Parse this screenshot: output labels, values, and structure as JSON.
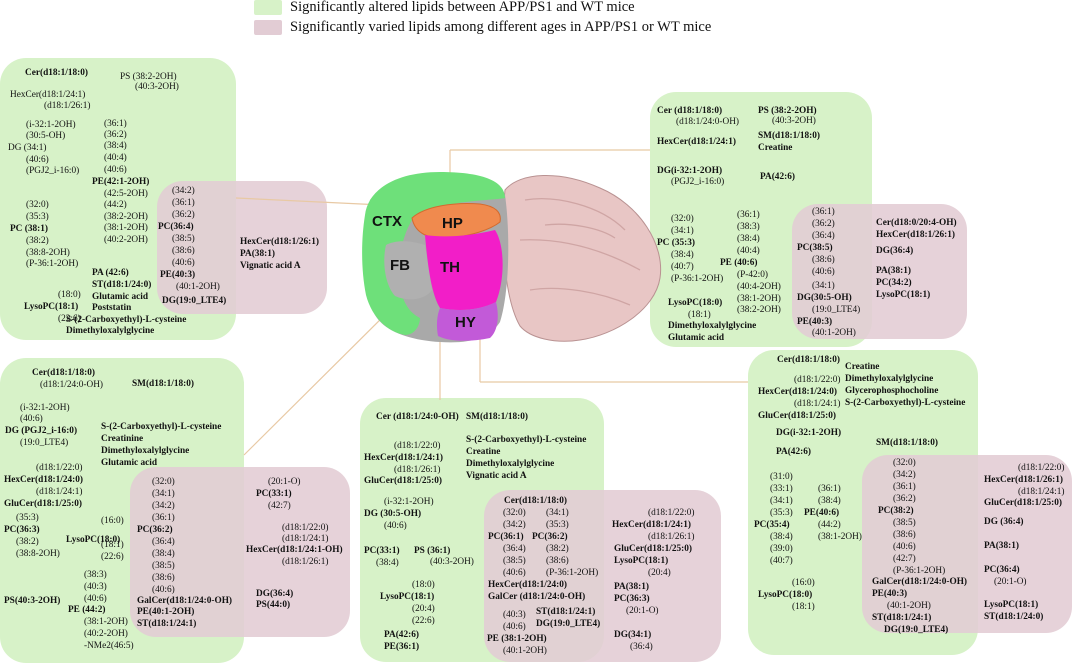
{
  "legend": {
    "green": {
      "label": "Significantly altered lipids between APP/PS1 and WT mice",
      "color": "#d7f2c8"
    },
    "pink": {
      "label": "Significantly varied lipids among different ages in APP/PS1 or WT mice",
      "color": "#e2ccd4"
    }
  },
  "regions": {
    "ctx": "CTX",
    "hp": "HP",
    "fb": "FB",
    "th": "TH",
    "hy": "HY"
  },
  "ctx": {
    "l1": "Cer(d18:1/18:0)",
    "l2": "PS (38:2-2OH)",
    "l3": "(40:3-2OH)",
    "l4": "HexCer(d18:1/24:1)",
    "l5": "(d18:1/26:1)",
    "l6": "(i-32:1-2OH)",
    "l7": "(30:5-OH)",
    "l8": "DG (34:1)",
    "l9": "(40:6)",
    "l10": "(PGJ2_i-16:0)",
    "l11": "(36:1)",
    "l12": "(36:2)",
    "l13": "(38:4)",
    "l14": "(40:4)",
    "l15": "(40:6)",
    "l16": "PE(42:1-2OH)",
    "l17": "(42:5-2OH)",
    "l18": "(44:2)",
    "l19": "(38:2-2OH)",
    "l20": "(38:1-2OH)",
    "l21": "(40:2-2OH)",
    "l22": "(32:0)",
    "l23": "(35:3)",
    "l24": "PC (38:1)",
    "l25": "(38:2)",
    "l26": "(38:8-2OH)",
    "l27": "(P-36:1-2OH)",
    "l28": "PA (42:6)",
    "l29": "ST(d18:1/24:0)",
    "l30": "Glutamic acid",
    "l31": "Poststatin",
    "l32": "(18:0)",
    "l33": "LysoPC(18:1)",
    "l34": "(22:6)",
    "l35": "S-(2-Carboxyethyl)-L-cysteine",
    "l36": "Dimethyloxalylglycine",
    "p1": "(34:2)",
    "p2": "(36:1)",
    "p3": "(36:2)",
    "p4": "PC(36:4)",
    "p5": "(38:5)",
    "p6": "(38:6)",
    "p7": "(40:6)",
    "p8": "PE(40:3)",
    "p9": "(40:1-2OH)",
    "p10": "DG(19:0_LTE4)",
    "p11": "HexCer(d18:1/26:1)",
    "p12": "PA(38:1)",
    "p13": "Vignatic acid A"
  },
  "hp": {
    "l1": "Cer (d18:1/18:0)",
    "l2": "(d18:1/24:0-OH)",
    "l3": "PS (38:2-2OH)",
    "l4": "(40:3-2OH)",
    "l5": "HexCer(d18:1/24:1)",
    "l6": "SM(d18:1/18:0)",
    "l7": "Creatine",
    "l8": "DG(i-32:1-2OH)",
    "l9": "(PGJ2_i-16:0)",
    "l10": "PA(42:6)",
    "l11": "(32:0)",
    "l12": "(34:1)",
    "l13": "PC (35:3)",
    "l14": "(38:4)",
    "l15": "(40:7)",
    "l16": "(P-36:1-2OH)",
    "l17": "(36:1)",
    "l18": "(38:3)",
    "l19": "(38:4)",
    "l20": "(40:4)",
    "l21": "PE (40:6)",
    "l22": "(P-42:0)",
    "l23": "(40:4-2OH)",
    "l24": "(38:1-2OH)",
    "l25": "(38:2-2OH)",
    "l26": "LysoPC(18:0)",
    "l27": "(18:1)",
    "l28": "Dimethyloxalylglycine",
    "l29": "Glutamic acid",
    "p1": "(36:1)",
    "p2": "(36:2)",
    "p3": "(36:4)",
    "p4": "PC(38:5)",
    "p5": "(38:6)",
    "p6": "(40:6)",
    "p7": "(34:1)",
    "p8": "DG(30:5-OH)",
    "p9": "(19:0_LTE4)",
    "p10": "PE(40:3)",
    "p11": "(40:1-2OH)",
    "p12": "Cer(d18:0/20:4-OH)",
    "p13": "HexCer(d18:1/26:1)",
    "p14": "DG(36:4)",
    "p15": "PA(38:1)",
    "p16": "PC(34:2)",
    "p17": "LysoPC(18:1)"
  },
  "fb": {
    "l1": "Cer(d18:1/18:0)",
    "l2": "(d18:1/24:0-OH)",
    "l3": "SM(d18:1/18:0)",
    "l4": "(i-32:1-2OH)",
    "l5": "(40:6)",
    "l6": "DG (PGJ2_i-16:0)",
    "l7": "(19:0_LTE4)",
    "l8": "S-(2-Carboxyethyl)-L-cysteine",
    "l9": "Creatinine",
    "l10": "Dimethyloxalylglycine",
    "l11": "Glutamic acid",
    "l12": "(d18:1/22:0)",
    "l13": "HexCer(d18:1/24:0)",
    "l14": "(d18:1/24:1)",
    "l15": "GluCer(d18:1/25:0)",
    "l16": "(35:3)",
    "l17": "PC(36:3)",
    "l18": "(38:2)",
    "l19": "(38:8-2OH)",
    "l20": "(16:0)",
    "l21": "LysoPC(18:0)",
    "l22": "(18:1)",
    "l23": "(22:6)",
    "l24": "PS(40:3-2OH)",
    "l25": "(38:3)",
    "l26": "(40:3)",
    "l27": "(40:6)",
    "l28": "PE (44:2)",
    "l29": "(38:1-2OH)",
    "l30": "(40:2-2OH)",
    "l31": "-NMe2(46:5)",
    "p1": "(32:0)",
    "p2": "(34:1)",
    "p3": "(34:2)",
    "p4": "(36:1)",
    "p5": "PC(36:2)",
    "p6": "(36:4)",
    "p7": "(38:4)",
    "p8": "(38:5)",
    "p9": "(38:6)",
    "p10": "(40:6)",
    "p11": "GalCer(d18:1/24:0-OH)",
    "p12": "PE(40:1-2OH)",
    "p13": "ST(d18:1/24:1)",
    "p14": "(20:1-O)",
    "p15": "PC(33:1)",
    "p16": "(42:7)",
    "p17": "(d18:1/22:0)",
    "p18": "(d18:1/24:1)",
    "p19": "HexCer(d18:1/24:1-OH)",
    "p20": "(d18:1/26:1)",
    "p21": "DG(36:4)",
    "p22": "PS(44:0)"
  },
  "th": {
    "l1": "Cer (d18:1/24:0-OH)",
    "l2": "SM(d18:1/18:0)",
    "l3": "(d18:1/22:0)",
    "l4": "HexCer(d18:1/24:1)",
    "l5": "(d18:1/26:1)",
    "l6": "GluCer(d18:1/25:0)",
    "l7": "S-(2-Carboxyethyl)-L-cysteine",
    "l8": "Creatine",
    "l9": "Dimethyloxalylglycine",
    "l10": "Vignatic acid A",
    "l11": "(i-32:1-2OH)",
    "l12": "DG (30:5-OH)",
    "l13": "(40:6)",
    "l14": "PC(33:1)",
    "l15": "(38:4)",
    "l16": "PS (36:1)",
    "l17": "(40:3-2OH)",
    "l18": "(18:0)",
    "l19": "LysoPC(18:1)",
    "l20": "(20:4)",
    "l21": "(22:6)",
    "l22": "PA(42:6)",
    "l23": "PE(36:1)",
    "p1": "Cer(d18:1/18:0)",
    "p2": "(32:0)",
    "p3": "(34:1)",
    "p4": "(34:2)",
    "p5": "(35:3)",
    "p6": "PC(36:1)",
    "p7": "PC(36:2)",
    "p8": "(36:4)",
    "p9": "(38:2)",
    "p10": "(38:5)",
    "p11": "(38:6)",
    "p12": "(40:6)",
    "p13": "(P-36:1-2OH)",
    "p14": "HexCer(d18:1/24:0)",
    "p15": "GalCer (d18:1/24:0-OH)",
    "p16": "(40:3)",
    "p17": "ST(d18:1/24:1)",
    "p18": "(40:6)",
    "p19": "DG(19:0_LTE4)",
    "p20": "PE (38:1-2OH)",
    "p21": "(40:1-2OH)",
    "p22": "(d18:1/22:0)",
    "p23": "HexCer(d18:1/24:1)",
    "p24": "(d18:1/26:1)",
    "p25": "GluCer(d18:1/25:0)",
    "p26": "LysoPC(18:1)",
    "p27": "(20:4)",
    "p28": "PA(38:1)",
    "p29": "PC(36:3)",
    "p30": "(20:1-O)",
    "p31": "DG(34:1)",
    "p32": "(36:4)"
  },
  "hy": {
    "l1": "Cer(d18:1/18:0)",
    "l2": "Creatine",
    "l3": "Dimethyloxalylglycine",
    "l4": "(d18:1/22:0)",
    "l5": "Glycerophosphocholine",
    "l6": "HexCer(d18:1/24:0)",
    "l7": "S-(2-Carboxyethyl)-L-cysteine",
    "l8": "(d18:1/24:1)",
    "l9": "GluCer(d18:1/25:0)",
    "l10": "DG(i-32:1-2OH)",
    "l11": "SM(d18:1/18:0)",
    "l12": "PA(42:6)",
    "l13": "(31:0)",
    "l14": "(33:1)",
    "l15": "(34:1)",
    "l16": "(35:3)",
    "l17": "PC(35:4)",
    "l18": "(38:4)",
    "l19": "(39:0)",
    "l20": "(40:7)",
    "l21": "(36:1)",
    "l22": "(38:4)",
    "l23": "PE(40:6)",
    "l24": "(44:2)",
    "l25": "(38:1-2OH)",
    "l26": "(16:0)",
    "l27": "LysoPC(18:0)",
    "l28": "(18:1)",
    "p1": "(32:0)",
    "p2": "(34:2)",
    "p3": "(36:1)",
    "p4": "(36:2)",
    "p5": "PC(38:2)",
    "p6": "(38:5)",
    "p7": "(38:6)",
    "p8": "(40:6)",
    "p9": "(42:7)",
    "p10": "(P-36:1-2OH)",
    "p11": "GalCer(d18:1/24:0-OH)",
    "p12": "PE(40:3)",
    "p13": "(40:1-2OH)",
    "p14": "ST(d18:1/24:1)",
    "p15": "DG(19:0_LTE4)",
    "p16": "(d18:1/22:0)",
    "p17": "HexCer(d18:1/26:1)",
    "p18": "(d18:1/24:1)",
    "p19": "GluCer(d18:1/25:0)",
    "p20": "DG (36:4)",
    "p21": "PA(38:1)",
    "p22": "PC(36:4)",
    "p23": "(20:1-O)",
    "p24": "LysoPC(18:1)",
    "p25": "ST(d18:1/24:0)"
  }
}
